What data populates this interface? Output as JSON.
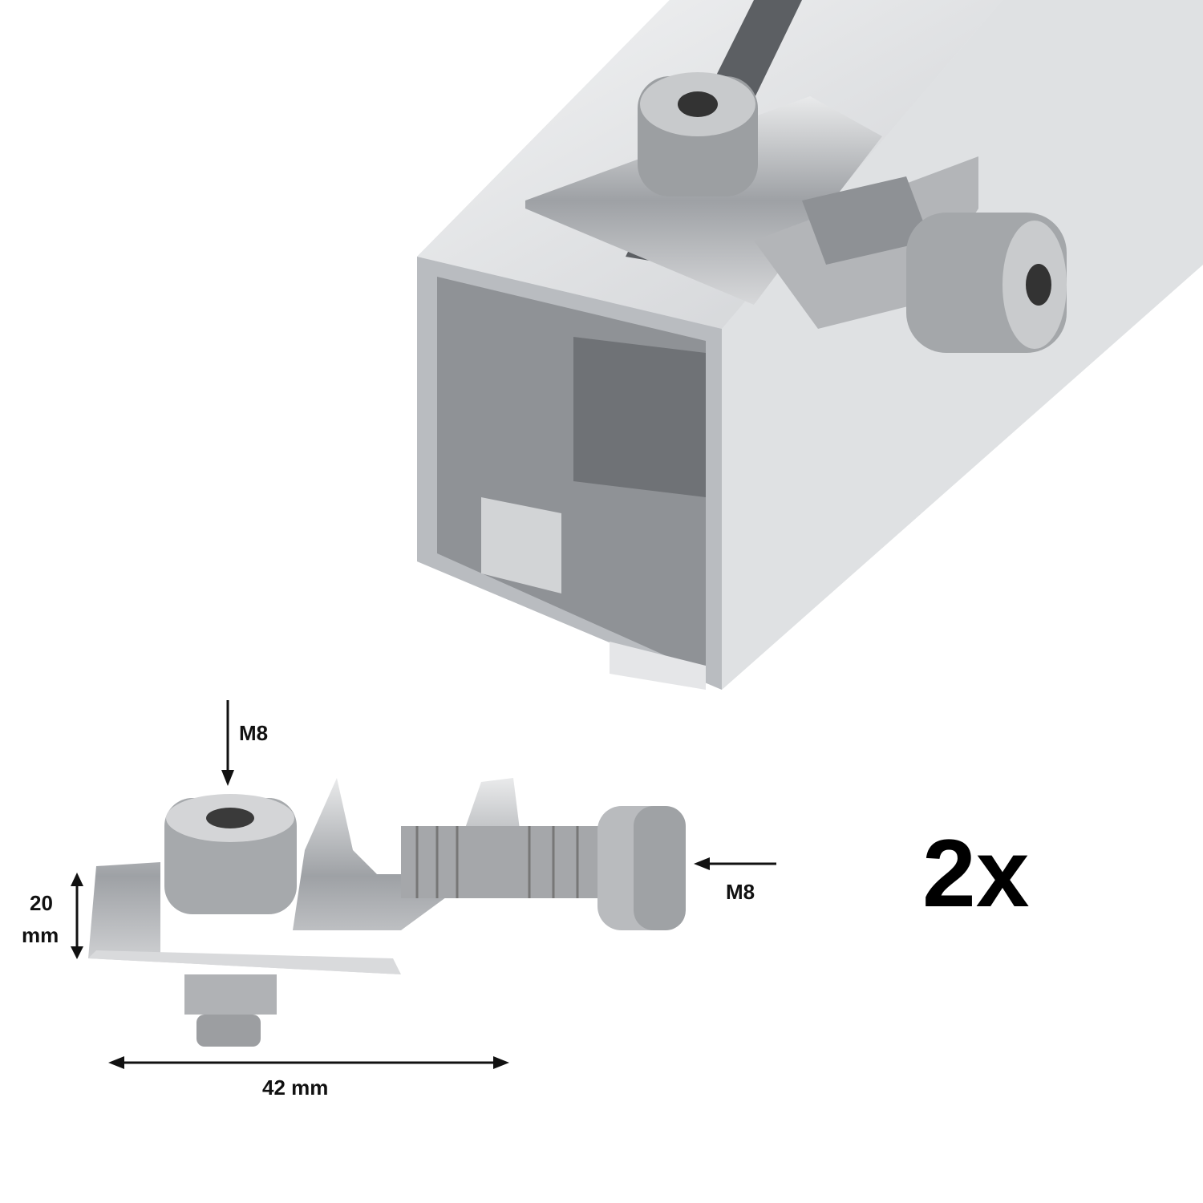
{
  "labels": {
    "top_bolt_size": "M8",
    "side_bolt_size": "M8",
    "height_value": "20",
    "height_unit": "mm",
    "width": "42 mm",
    "quantity": "2x"
  },
  "colors": {
    "aluminium_light": "#e6e7e9",
    "aluminium_mid": "#c4c6c9",
    "aluminium_dark": "#8d9094",
    "steel": "#a9abae",
    "annotation": "#111111"
  }
}
